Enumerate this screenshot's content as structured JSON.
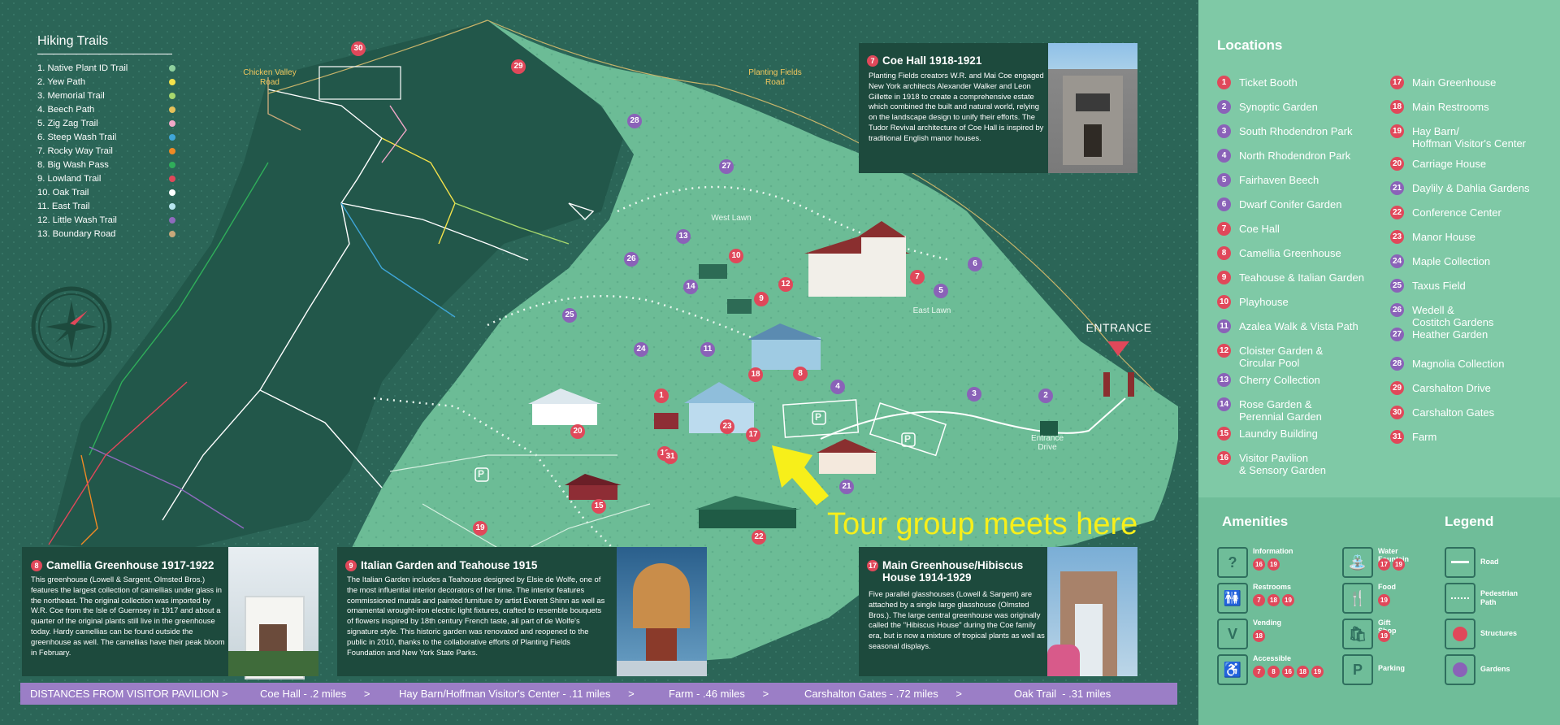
{
  "colors": {
    "trail_red": "#e0485a",
    "garden_purple": "#8a62b8",
    "bg_dark": "#2b6557",
    "panel": "#7fc9a6",
    "callout": "#f7ef1a"
  },
  "hiking": {
    "title": "Hiking Trails",
    "trails": [
      {
        "label": "1. Native Plant ID Trail",
        "color": "#8fd19e"
      },
      {
        "label": "2. Yew Path",
        "color": "#f4e24a"
      },
      {
        "label": "3. Memorial Trail",
        "color": "#a7d86d"
      },
      {
        "label": "4. Beech Path",
        "color": "#e5c15a"
      },
      {
        "label": "5. Zig Zag Trail",
        "color": "#f1a8c8"
      },
      {
        "label": "6. Steep Wash Trail",
        "color": "#3fa6d8"
      },
      {
        "label": "7. Rocky Way Trail",
        "color": "#f08a24"
      },
      {
        "label": "8. Big Wash Pass",
        "color": "#2fae5a"
      },
      {
        "label": "9. Lowland Trail",
        "color": "#e0485a"
      },
      {
        "label": "10. Oak Trail",
        "color": "#ffffff"
      },
      {
        "label": "11. East Trail",
        "color": "#b8e6ef"
      },
      {
        "label": "12. Little Wash Trail",
        "color": "#8e6bbd"
      },
      {
        "label": "13. Boundary Road",
        "color": "#c8a87a"
      }
    ]
  },
  "map_labels": {
    "chicken_valley": "Chicken Valley\nRoad",
    "planting_fields": "Planting Fields\nRoad",
    "west_lawn": "West Lawn",
    "east_lawn": "East Lawn",
    "entrance": "ENTRANCE",
    "entrance_drive": "Entrance\nDrive",
    "callout": "Tour group meets here",
    "parking": "P"
  },
  "map_markers": [
    {
      "n": "30",
      "c": "red"
    },
    {
      "n": "29",
      "c": "red"
    },
    {
      "n": "28",
      "c": "pur"
    },
    {
      "n": "27",
      "c": "pur"
    },
    {
      "n": "13",
      "c": "pur"
    },
    {
      "n": "10",
      "c": "red"
    },
    {
      "n": "26",
      "c": "pur"
    },
    {
      "n": "14",
      "c": "pur"
    },
    {
      "n": "9",
      "c": "red"
    },
    {
      "n": "12",
      "c": "red"
    },
    {
      "n": "7",
      "c": "red"
    },
    {
      "n": "6",
      "c": "pur"
    },
    {
      "n": "5",
      "c": "pur"
    },
    {
      "n": "25",
      "c": "pur"
    },
    {
      "n": "24",
      "c": "pur"
    },
    {
      "n": "11",
      "c": "pur"
    },
    {
      "n": "18",
      "c": "red"
    },
    {
      "n": "8",
      "c": "red"
    },
    {
      "n": "4",
      "c": "pur"
    },
    {
      "n": "3",
      "c": "pur"
    },
    {
      "n": "2",
      "c": "pur"
    },
    {
      "n": "1",
      "c": "red"
    },
    {
      "n": "20",
      "c": "red"
    },
    {
      "n": "23",
      "c": "red"
    },
    {
      "n": "17",
      "c": "red"
    },
    {
      "n": "16",
      "c": "red"
    },
    {
      "n": "21",
      "c": "pur"
    },
    {
      "n": "15",
      "c": "red"
    },
    {
      "n": "22",
      "c": "red"
    },
    {
      "n": "19",
      "c": "red"
    },
    {
      "n": "31",
      "c": "red"
    }
  ],
  "cards": {
    "coe": {
      "num": "7",
      "title": "Coe Hall 1918-1921",
      "body": "Planting Fields creators W.R. and Mai Coe engaged New York architects Alexander Walker and Leon Gillette in 1918 to create a comprehensive estate which combined the built and natural world, relying on the landscape design to unify their efforts. The Tudor Revival architecture of Coe Hall is inspired by traditional English manor houses."
    },
    "camellia": {
      "num": "8",
      "title": "Camellia Greenhouse 1917-1922",
      "body": "This greenhouse (Lowell & Sargent, Olmsted Bros.) features the largest collection of camellias under glass in the northeast. The original collection was imported by W.R. Coe from the Isle of Guernsey in 1917 and about a quarter of the original plants still live in the greenhouse today. Hardy camellias can be found outside the greenhouse as well. The camellias have their peak bloom in February."
    },
    "italian": {
      "num": "9",
      "title": "Italian Garden and Teahouse 1915",
      "body": "The Italian Garden includes a Teahouse designed by Elsie de Wolfe, one of the most influential interior decorators of her time. The interior features commissioned murals and painted furniture by artist Everett Shinn as well as ornamental wrought-iron electric light fixtures, crafted to resemble bouquets of flowers inspired by 18th century French taste, all part of de Wolfe's signature style. This historic garden was renovated and reopened to the public in 2010, thanks to the collaborative efforts of Planting Fields Foundation and New York State Parks."
    },
    "main": {
      "num": "17",
      "title": "Main Greenhouse/Hibiscus House 1914-1929",
      "body": "Five parallel glasshouses (Lowell & Sargent) are attached by a single large glasshouse (Olmsted Bros.). The large central greenhouse was originally called the \"Hibiscus House\" during the Coe family era, but is now a mixture of tropical plants as well as seasonal displays."
    }
  },
  "locations": {
    "title": "Locations",
    "items": [
      {
        "n": "1",
        "c": "red",
        "label": "Ticket Booth"
      },
      {
        "n": "2",
        "c": "pur",
        "label": "Synoptic Garden"
      },
      {
        "n": "3",
        "c": "pur",
        "label": "South Rhodendron Park"
      },
      {
        "n": "4",
        "c": "pur",
        "label": "North Rhodendron Park"
      },
      {
        "n": "5",
        "c": "pur",
        "label": "Fairhaven Beech"
      },
      {
        "n": "6",
        "c": "pur",
        "label": "Dwarf Conifer Garden"
      },
      {
        "n": "7",
        "c": "red",
        "label": "Coe Hall"
      },
      {
        "n": "8",
        "c": "red",
        "label": "Camellia Greenhouse"
      },
      {
        "n": "9",
        "c": "red",
        "label": "Teahouse & Italian Garden"
      },
      {
        "n": "10",
        "c": "red",
        "label": "Playhouse"
      },
      {
        "n": "11",
        "c": "pur",
        "label": "Azalea Walk & Vista Path"
      },
      {
        "n": "12",
        "c": "red",
        "label": "Cloister Garden &\nCircular Pool"
      },
      {
        "n": "13",
        "c": "pur",
        "label": "Cherry Collection"
      },
      {
        "n": "14",
        "c": "pur",
        "label": "Rose Garden &\nPerennial Garden"
      },
      {
        "n": "15",
        "c": "red",
        "label": "Laundry Building"
      },
      {
        "n": "16",
        "c": "red",
        "label": "Visitor Pavilion\n& Sensory Garden"
      },
      {
        "n": "17",
        "c": "red",
        "label": "Main Greenhouse"
      },
      {
        "n": "18",
        "c": "red",
        "label": "Main Restrooms"
      },
      {
        "n": "19",
        "c": "red",
        "label": "Hay Barn/\nHoffman Visitor's Center"
      },
      {
        "n": "20",
        "c": "red",
        "label": "Carriage House"
      },
      {
        "n": "21",
        "c": "pur",
        "label": "Daylily & Dahlia Gardens"
      },
      {
        "n": "22",
        "c": "red",
        "label": "Conference Center"
      },
      {
        "n": "23",
        "c": "red",
        "label": "Manor House"
      },
      {
        "n": "24",
        "c": "pur",
        "label": "Maple Collection"
      },
      {
        "n": "25",
        "c": "pur",
        "label": "Taxus Field"
      },
      {
        "n": "26",
        "c": "pur",
        "label": "Wedell &\nCostitch Gardens"
      },
      {
        "n": "27",
        "c": "pur",
        "label": "Heather Garden"
      },
      {
        "n": "28",
        "c": "pur",
        "label": "Magnolia Collection"
      },
      {
        "n": "29",
        "c": "red",
        "label": "Carshalton Drive"
      },
      {
        "n": "30",
        "c": "red",
        "label": "Carshalton Gates"
      },
      {
        "n": "31",
        "c": "red",
        "label": "Farm"
      }
    ]
  },
  "amenities": {
    "title": "Amenities",
    "items": [
      {
        "label": "Information",
        "icon": "question-icon",
        "nums": [
          "16",
          "19"
        ]
      },
      {
        "label": "Water Fountain",
        "icon": "water-fountain-icon",
        "nums": [
          "17",
          "19"
        ]
      },
      {
        "label": "Restrooms",
        "icon": "restroom-icon",
        "nums": [
          "7",
          "18",
          "19"
        ]
      },
      {
        "label": "Food",
        "icon": "food-icon",
        "nums": [
          "19"
        ]
      },
      {
        "label": "Vending",
        "icon": "vending-icon",
        "nums": [
          "18"
        ]
      },
      {
        "label": "Gift Shop",
        "icon": "gift-shop-icon",
        "nums": [
          "19"
        ]
      },
      {
        "label": "Accessible",
        "icon": "accessible-icon",
        "nums": [
          "7",
          "8",
          "16",
          "18",
          "19"
        ]
      },
      {
        "label": "Parking",
        "icon": "parking-icon",
        "nums": []
      }
    ]
  },
  "legend": {
    "title": "Legend",
    "items": [
      {
        "label": "Road"
      },
      {
        "label": "Pedestrian\nPath"
      },
      {
        "label": "Structures"
      },
      {
        "label": "Gardens"
      }
    ]
  },
  "distances": {
    "lead": "DISTANCES FROM VISITOR PAVILION  >",
    "items": [
      "Coe Hall - .2 miles      >",
      "Hay Barn/Hoffman Visitor's Center - .11 miles      >",
      "Farm - .46 miles      >",
      "Carshalton Gates - .72 miles      >",
      "Oak Trail  - .31 miles"
    ]
  }
}
